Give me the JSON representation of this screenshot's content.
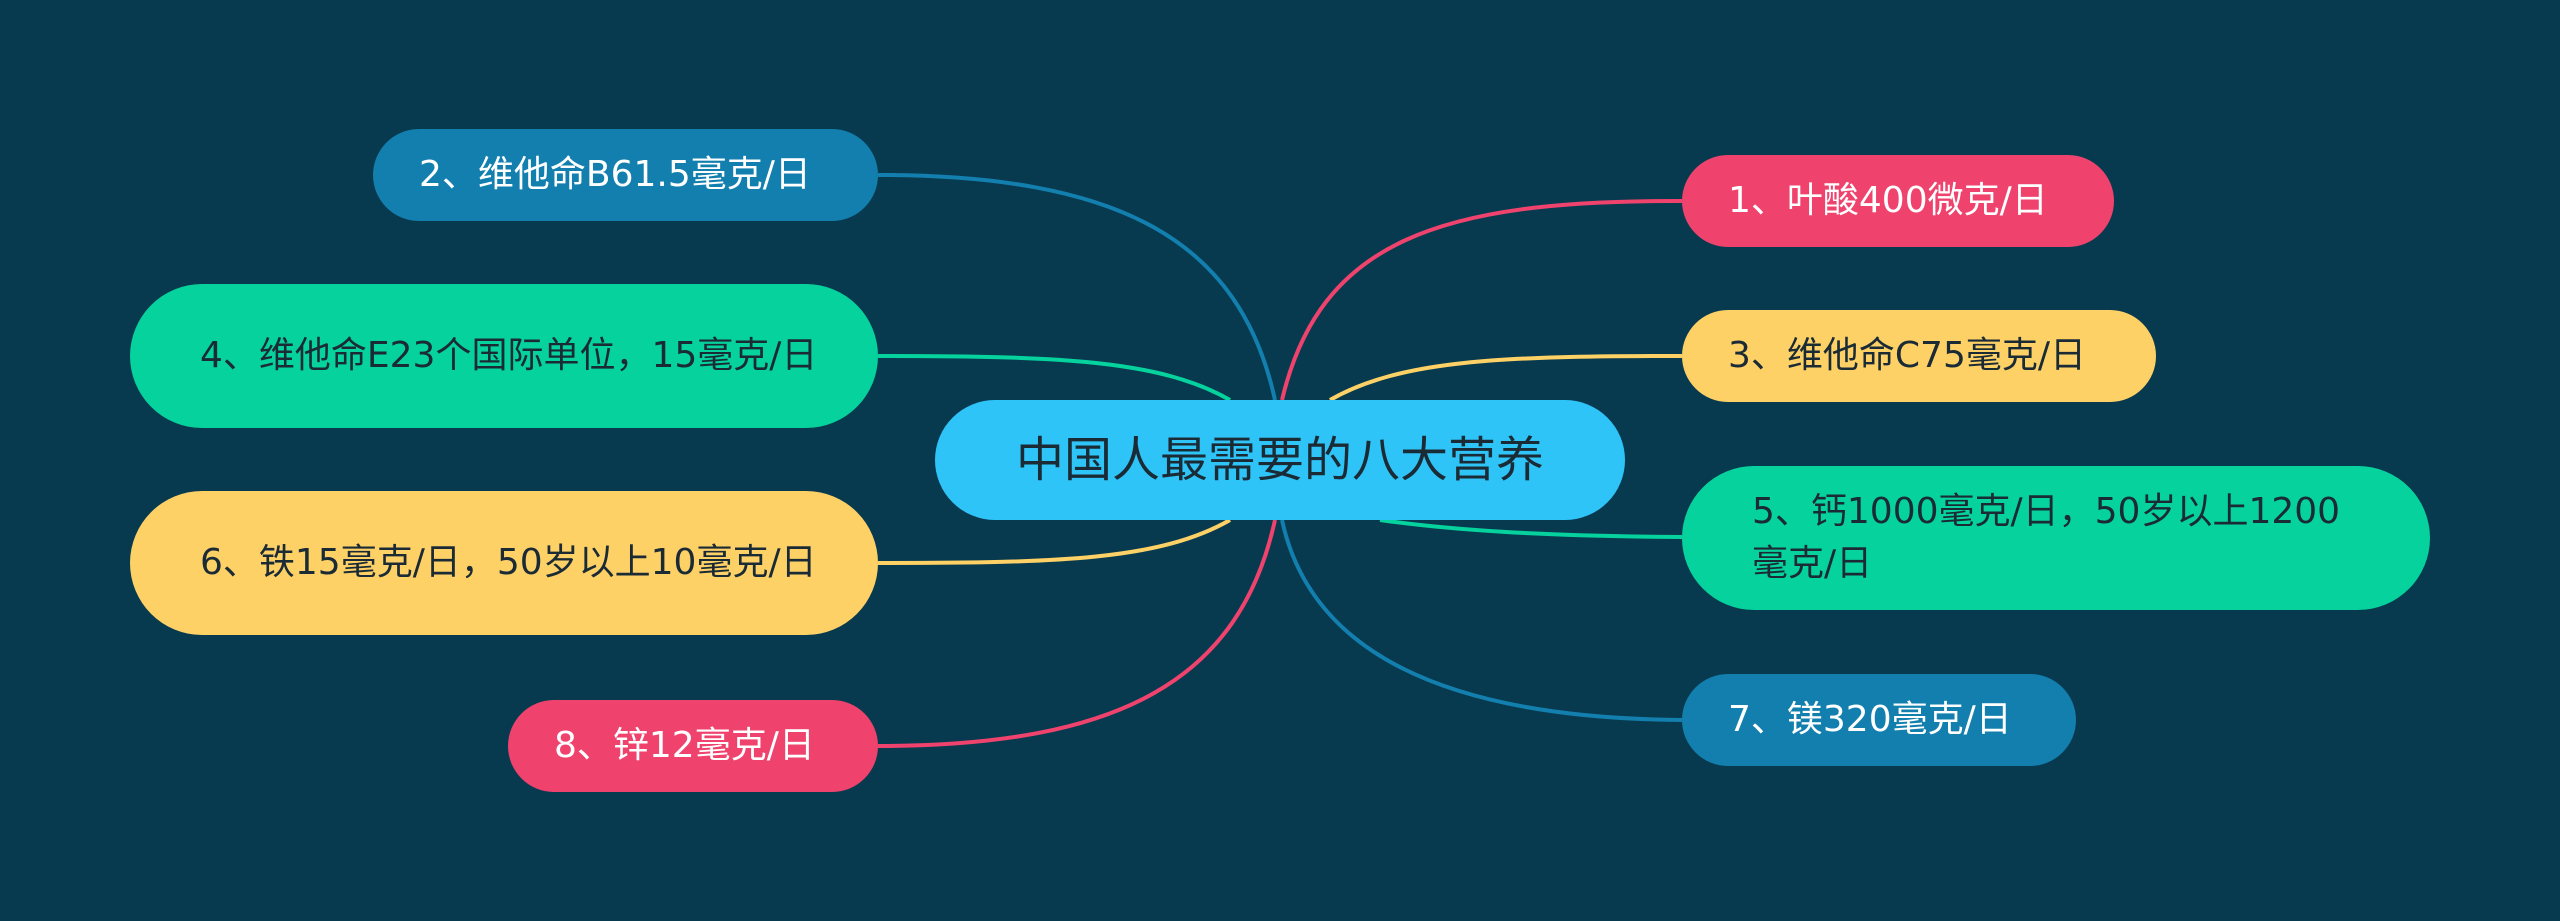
{
  "center": {
    "label": "中国人最需要的八大营养"
  },
  "nodes": [
    {
      "id": "n1",
      "label": "1、叶酸400微克/日",
      "color": "#ef436e"
    },
    {
      "id": "n2",
      "label": "2、维他命B61.5毫克/日",
      "color": "#137fae"
    },
    {
      "id": "n3",
      "label": "3、维他命C75毫克/日",
      "color": "#fdd166"
    },
    {
      "id": "n4",
      "label": "4、维他命E23个国际单位，15毫克/日",
      "color": "#06d29d"
    },
    {
      "id": "n5",
      "label": "5、钙1000毫克/日，50岁以上1200毫克/日",
      "color": "#06d29d"
    },
    {
      "id": "n6",
      "label": "6、铁15毫克/日，50岁以上10毫克/日",
      "color": "#fdd166"
    },
    {
      "id": "n7",
      "label": "7、镁320毫克/日",
      "color": "#137fae"
    },
    {
      "id": "n8",
      "label": "8、锌12毫克/日",
      "color": "#ef436e"
    }
  ],
  "colors": {
    "background": "#083a4f",
    "center": "#2fc4f7",
    "pink": "#ef436e",
    "blue": "#137fae",
    "green": "#06d29d",
    "yellow": "#fdd166"
  }
}
